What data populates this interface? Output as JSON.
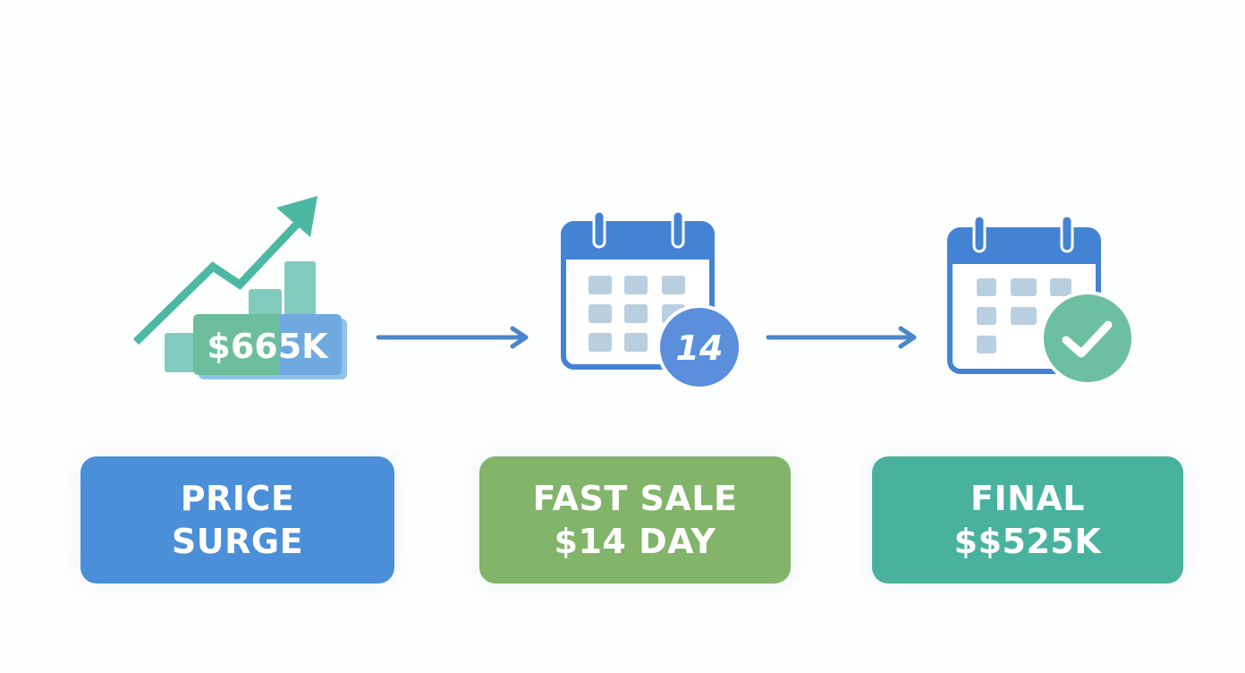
{
  "steps": [
    {
      "icon": "rising-chart-icon",
      "badge_text": "$665K",
      "label_line1": "PRICE",
      "label_line2": "SURGE",
      "color": "#4a8fd8"
    },
    {
      "icon": "calendar-icon",
      "badge_text": "14",
      "label_line1": "FAST SALE",
      "label_line2": "$14 DAY",
      "color": "#82b46a"
    },
    {
      "icon": "calendar-check-icon",
      "badge_text": "",
      "label_line1": "FINAL",
      "label_line2": "$$525K",
      "color": "#49b29f"
    }
  ],
  "colors": {
    "teal": "#4cb8a4",
    "teal_light": "#80cbbd",
    "blue": "#4483d4",
    "blue_light": "#b9cfe0",
    "green": "#82b46a",
    "arrow": "#4a86c9"
  }
}
